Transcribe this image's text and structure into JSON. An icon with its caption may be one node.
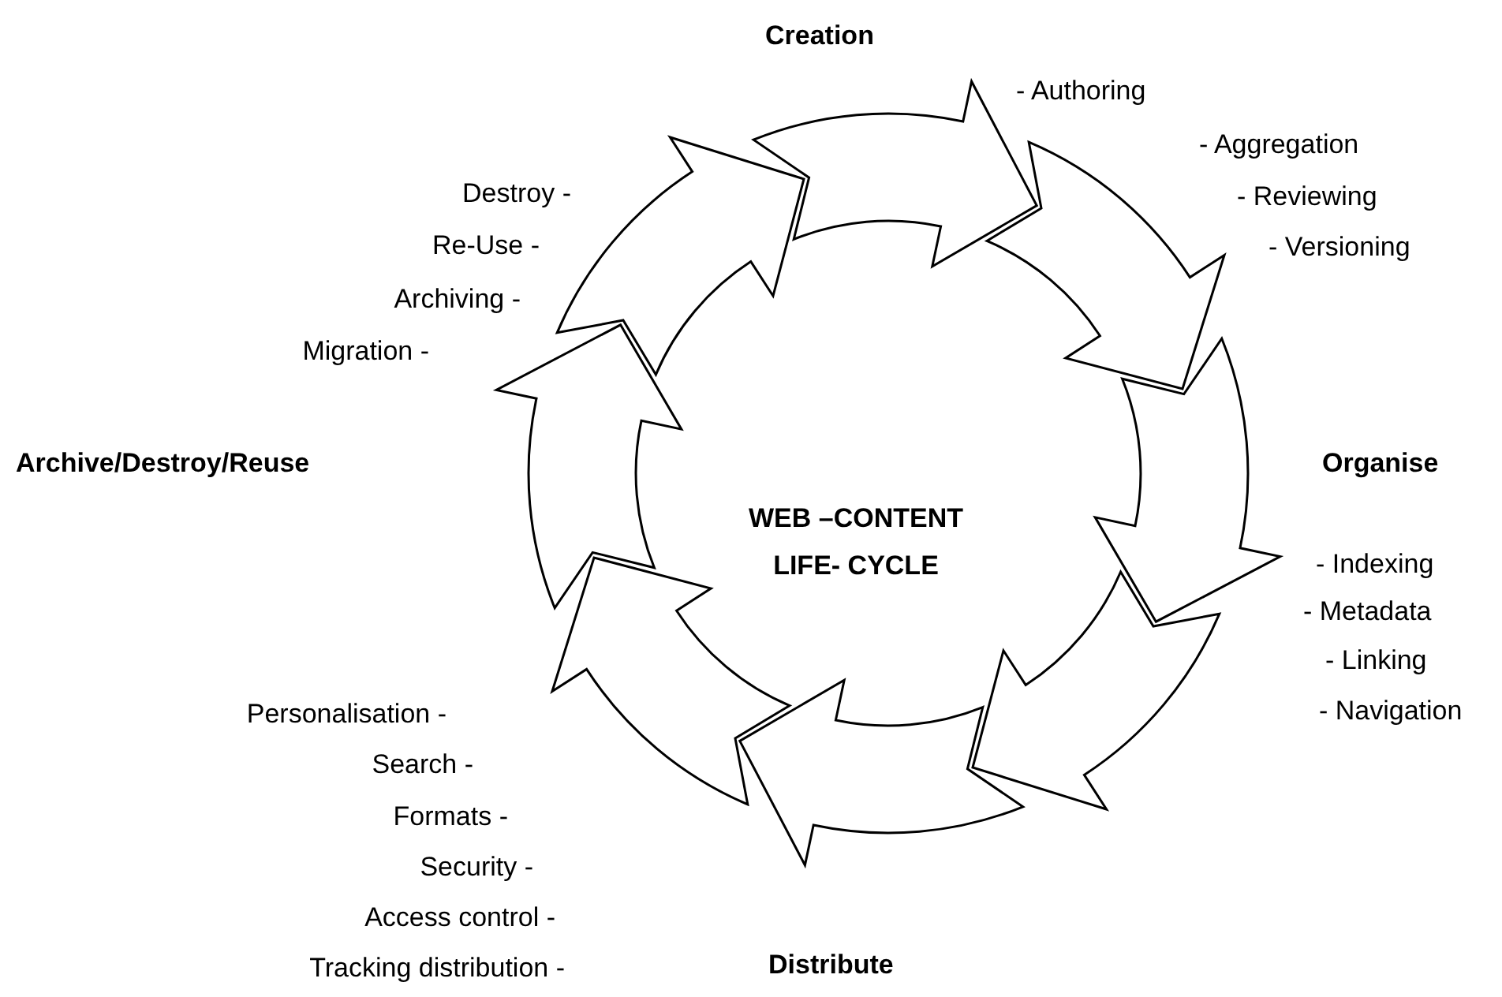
{
  "diagram": {
    "title": "WEB –CONTENT LIFE- CYCLE",
    "labels": [
      "Creation",
      "- Authoring",
      "- Aggregation",
      "- Reviewing",
      "- Versioning",
      "Destroy -",
      "Re-Use -",
      "Archiving -",
      "Migration -",
      "Archive/Destroy/Reuse",
      "Organise",
      "- Indexing",
      "- Metadata",
      "- Linking",
      "- Navigation",
      "Personalisation -",
      "Search -",
      "Formats -",
      "Security -",
      "Access control -",
      "Tracking distribution -",
      "Distribute"
    ]
  }
}
